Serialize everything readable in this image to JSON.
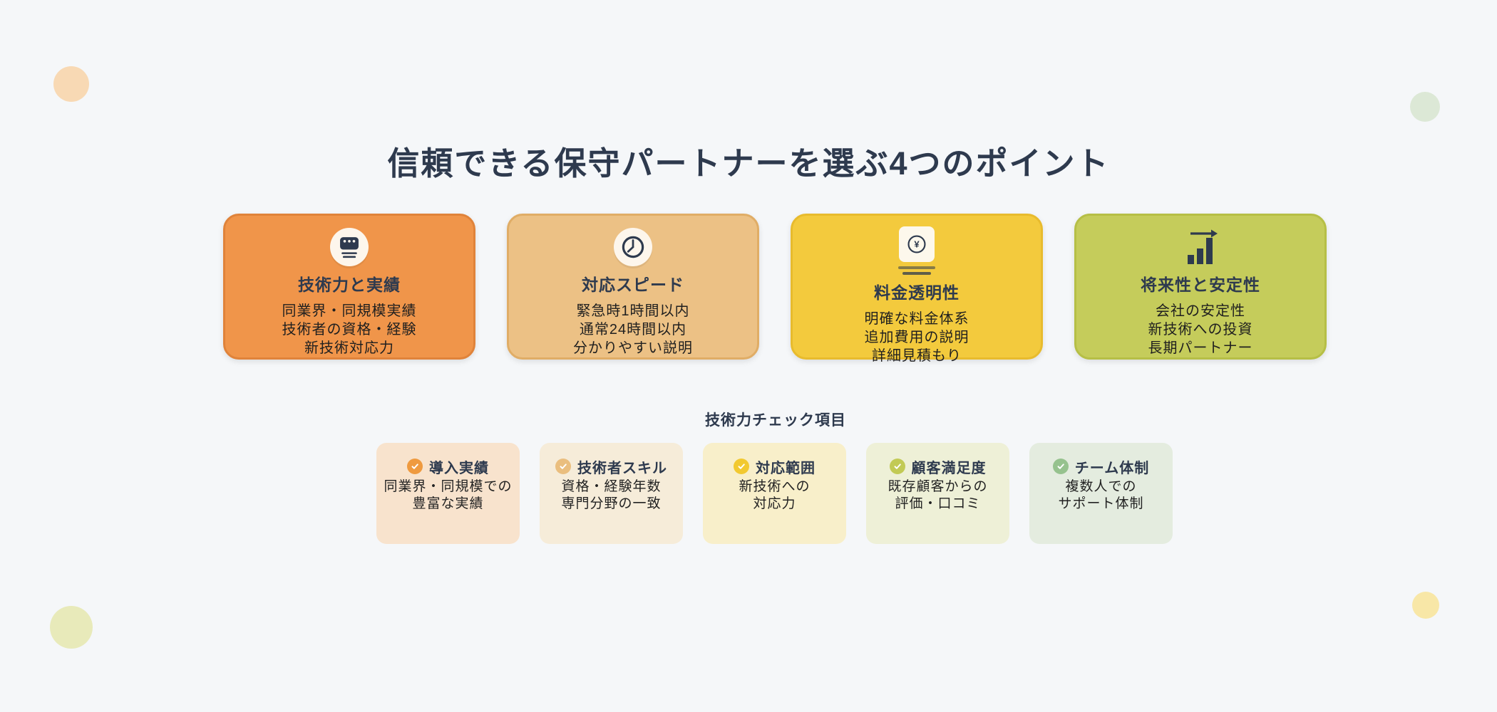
{
  "page": {
    "title": "信頼できる保守パートナーを選ぶ4つのポイント",
    "background_color": "#f5f7f9",
    "heading_color": "#2e3a4e",
    "body_text_color": "#1f1f1f"
  },
  "points": [
    {
      "icon": "server-terminal-icon",
      "title": "技術力と実績",
      "lines": [
        "同業界・同規模実績",
        "技術者の資格・経験",
        "新技術対応力"
      ],
      "bg": "#f0954a",
      "border": "#e0833a"
    },
    {
      "icon": "clock-icon",
      "title": "対応スピード",
      "lines": [
        "緊急時1時間以内",
        "通常24時間以内",
        "分かりやすい説明"
      ],
      "bg": "#ecc185",
      "border": "#e0ad66"
    },
    {
      "icon": "yen-coin-icon",
      "title": "料金透明性",
      "lines": [
        "明確な料金体系",
        "追加費用の説明",
        "詳細見積もり"
      ],
      "bg": "#f3ca3d",
      "border": "#e8bb2d"
    },
    {
      "icon": "growth-chart-arrow-icon",
      "title": "将来性と安定性",
      "lines": [
        "会社の安定性",
        "新技術への投資",
        "長期パートナー"
      ],
      "bg": "#c5cc5b",
      "border": "#b6bf46"
    }
  ],
  "checklist": {
    "heading": "技術力チェック項目",
    "items": [
      {
        "title": "導入実績",
        "lines": [
          "同業界・同規模での",
          "豊富な実績"
        ],
        "bg": "#f8e3cd",
        "check": "#ef9a3f"
      },
      {
        "title": "技術者スキル",
        "lines": [
          "資格・経験年数",
          "専門分野の一致"
        ],
        "bg": "#f6ecd9",
        "check": "#eabe7e"
      },
      {
        "title": "対応範囲",
        "lines": [
          "新技術への",
          "対応力"
        ],
        "bg": "#f8efca",
        "check": "#f2c930"
      },
      {
        "title": "顧客満足度",
        "lines": [
          "既存顧客からの",
          "評価・口コミ"
        ],
        "bg": "#eef0d7",
        "check": "#c2ca55"
      },
      {
        "title": "チーム体制",
        "lines": [
          "複数人での",
          "サポート体制"
        ],
        "bg": "#e4ecdf",
        "check": "#96c28e"
      }
    ]
  },
  "decorations": [
    {
      "name": "top-left",
      "color": "#f8d9b4"
    },
    {
      "name": "top-right",
      "color": "#dce8d6"
    },
    {
      "name": "bottom-left",
      "color": "#e8eaba"
    },
    {
      "name": "bottom-right",
      "color": "#f8e7a7"
    }
  ]
}
